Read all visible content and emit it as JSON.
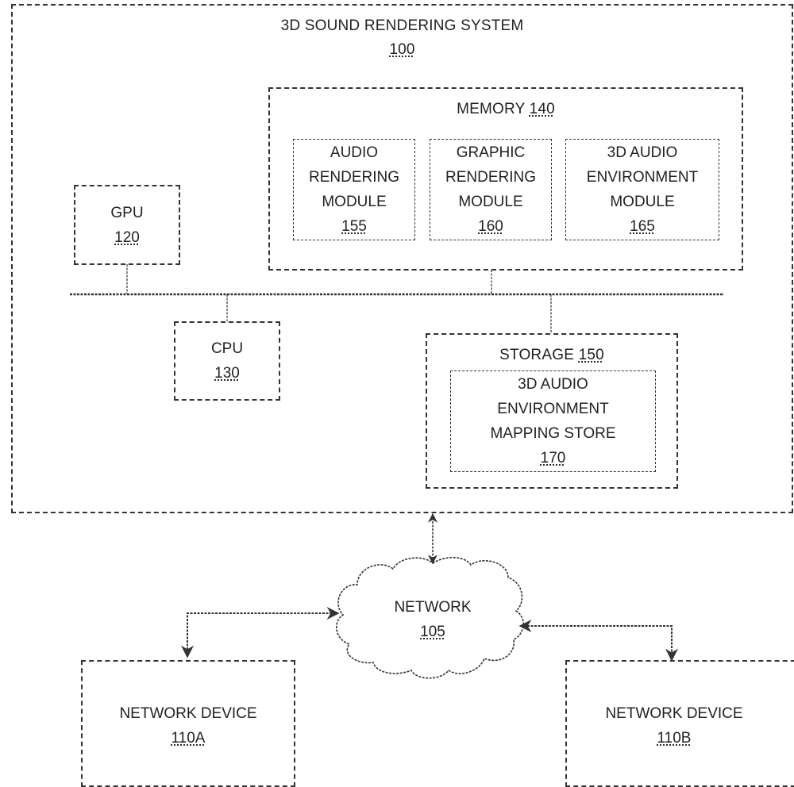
{
  "system": {
    "title": "3D SOUND RENDERING SYSTEM",
    "ref": "100"
  },
  "gpu": {
    "label": "GPU",
    "ref": "120"
  },
  "cpu": {
    "label": "CPU",
    "ref": "130"
  },
  "memory": {
    "label": "MEMORY",
    "ref": "140",
    "modules": [
      {
        "lines": [
          "AUDIO",
          "RENDERING",
          "MODULE"
        ],
        "ref": "155"
      },
      {
        "lines": [
          "GRAPHIC",
          "RENDERING",
          "MODULE"
        ],
        "ref": "160"
      },
      {
        "lines": [
          "3D AUDIO",
          "ENVIRONMENT",
          "MODULE"
        ],
        "ref": "165"
      }
    ]
  },
  "storage": {
    "label": "STORAGE",
    "ref": "150",
    "store": {
      "lines": [
        "3D AUDIO",
        "ENVIRONMENT",
        "MAPPING STORE"
      ],
      "ref": "170"
    }
  },
  "network": {
    "label": "NETWORK",
    "ref": "105"
  },
  "devices": [
    {
      "label": "NETWORK DEVICE",
      "ref": "110A"
    },
    {
      "label": "NETWORK DEVICE",
      "ref": "110B"
    }
  ]
}
